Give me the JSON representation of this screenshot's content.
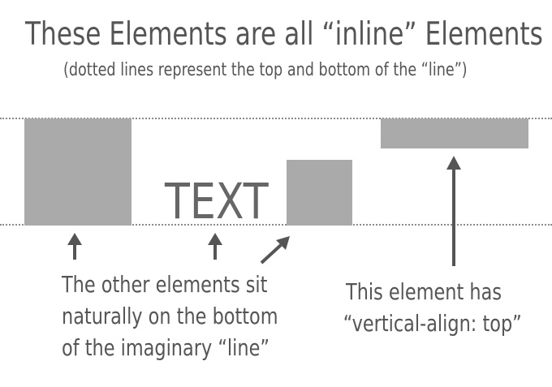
{
  "title": "These Elements are all “inline” Elements",
  "subtitle": "(dotted lines represent the top and bottom of the “line”)",
  "inline_text": "TEXT",
  "caption_left": {
    "line1": "The other elements sit",
    "line2": "naturally on the bottom",
    "line3": "of the imaginary “line”"
  },
  "caption_right": {
    "line1": "This element has",
    "line2": "“vertical-align: top”"
  },
  "colors": {
    "box_fill": "#aaaaaa",
    "text": "#555555",
    "dotted_line": "#8a8a8a"
  }
}
